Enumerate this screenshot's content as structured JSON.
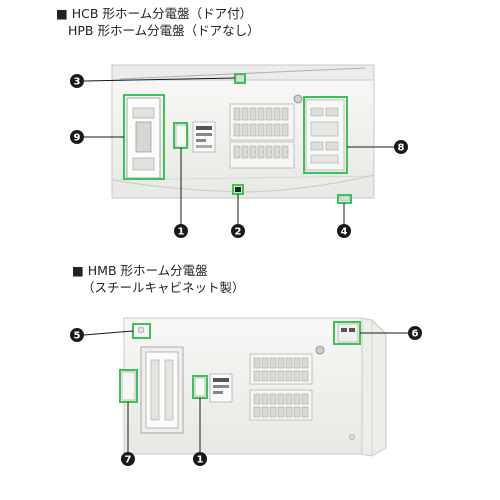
{
  "section1": {
    "title_line1": "■ HCB 形ホーム分電盤（ドア付）",
    "title_line2": "HPB 形ホーム分電盤（ドアなし）"
  },
  "section2": {
    "title_line1": "■ HMB 形ホーム分電盤",
    "title_line2": "（スチールキャビネット製）"
  },
  "callouts": {
    "c1": "1",
    "c2": "2",
    "c3": "3",
    "c4": "4",
    "c5": "5",
    "c6": "6",
    "c7": "7",
    "c8": "8",
    "c9": "9"
  },
  "colors": {
    "highlight": "#3cc25a",
    "marker": "#1a1a1a",
    "panel": "#f3f3f1",
    "panel_edge": "#c9c9c6"
  }
}
